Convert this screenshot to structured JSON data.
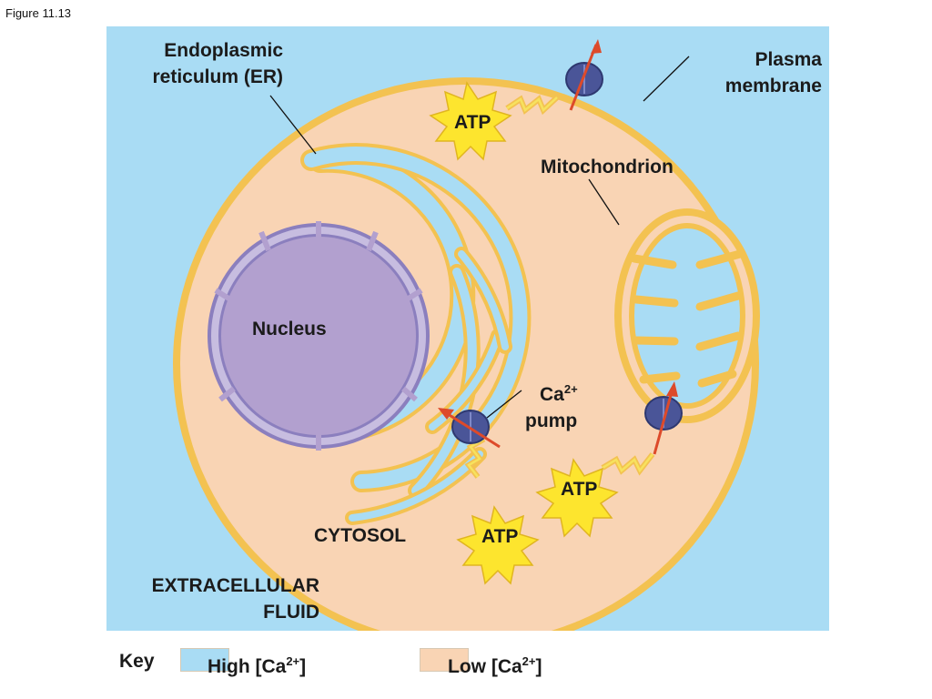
{
  "figure_label": "Figure 11.13",
  "labels": {
    "er": "Endoplasmic reticulum (ER)",
    "plasma_membrane": "Plasma membrane",
    "mitochondrion": "Mitochondrion",
    "nucleus": "Nucleus",
    "ca_pump_line1": "Ca",
    "ca_pump_sup": "2+",
    "ca_pump_line2": "pump",
    "cytosol": "CYTOSOL",
    "extracellular": "EXTRACELLULAR FLUID",
    "atp": "ATP"
  },
  "key": {
    "title": "Key",
    "high_label": "High [Ca",
    "low_label": "Low [Ca",
    "sup": "2+",
    "close": "]",
    "high_color": "#a9dcf4",
    "low_color": "#f9d4b4"
  },
  "colors": {
    "extracellular": "#a9dcf4",
    "cytosol": "#f9d4b4",
    "membrane": "#f3c251",
    "nucleus": "#b2a0cf",
    "pump": "#4a5598",
    "arrow": "#dd4a2a",
    "atp": "#fde52e"
  }
}
